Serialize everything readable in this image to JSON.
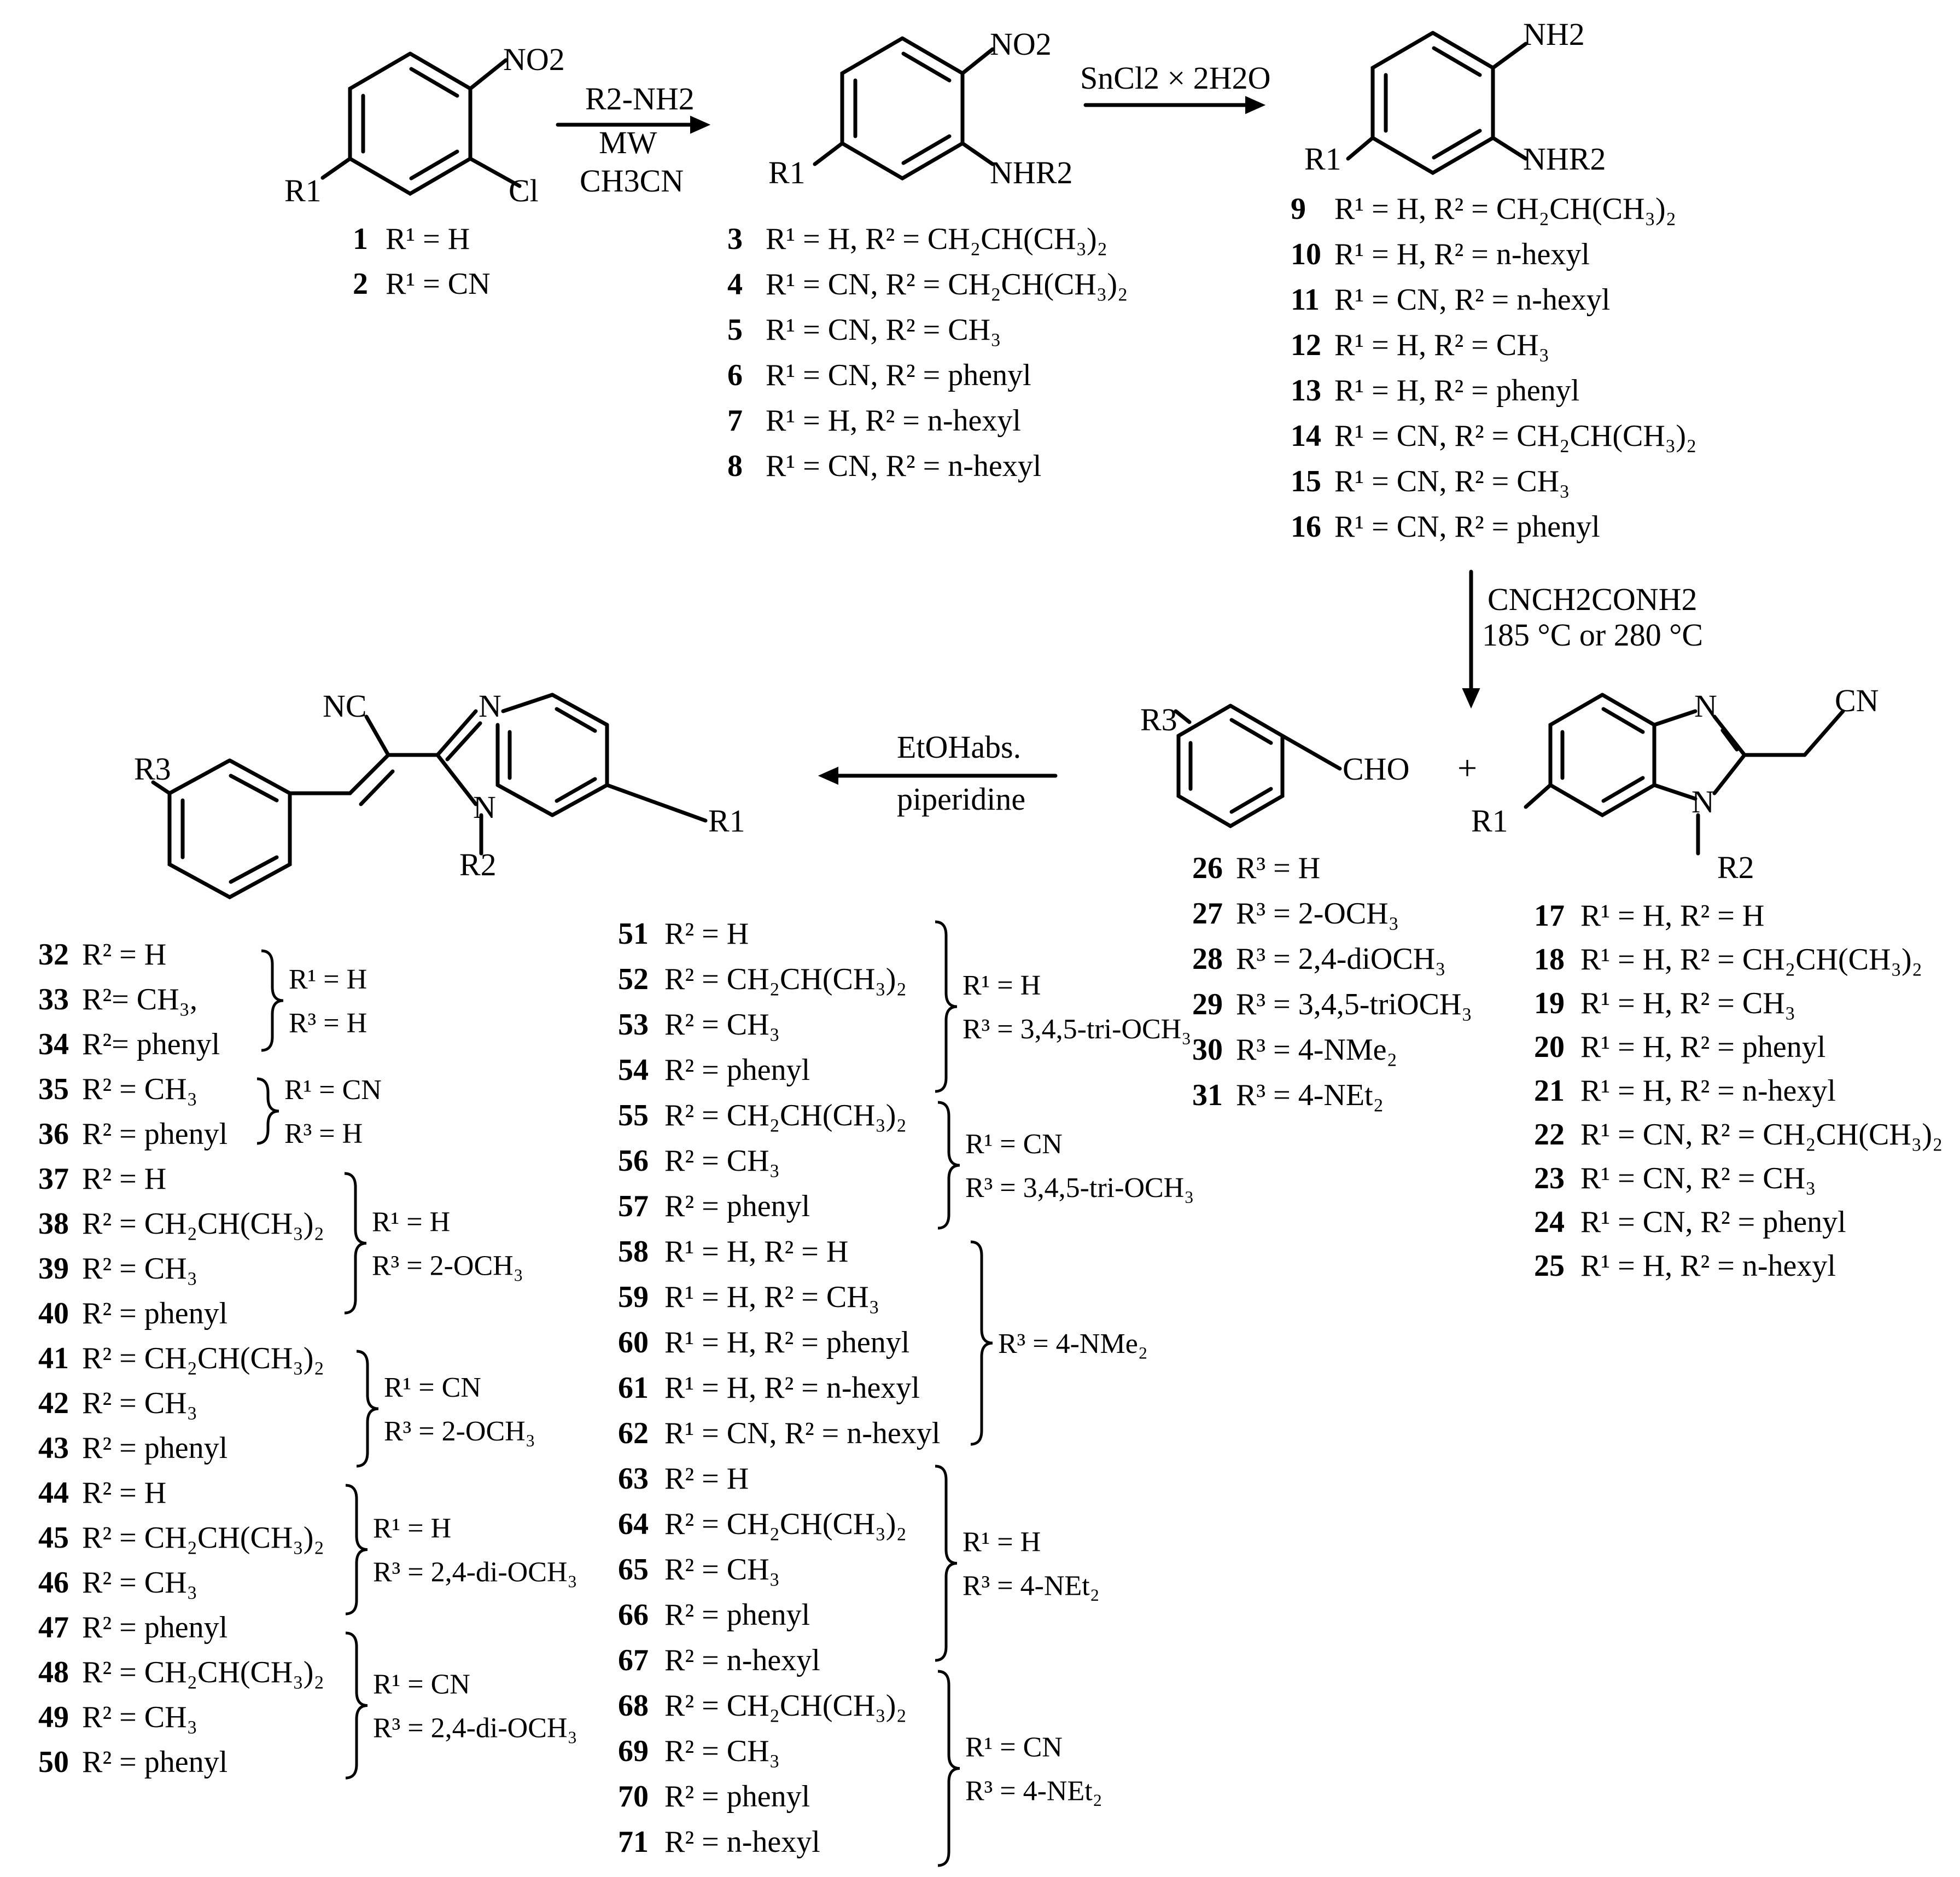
{
  "reagents": {
    "step1": [
      "R2-NH2",
      "MW",
      "CH3CN"
    ],
    "step2": "SnCl2 × 2H2O",
    "step3": [
      "CNCH2CONH2",
      "185 °C or 280 °C"
    ],
    "step4": [
      "EtOHabs.",
      "piperidine"
    ]
  },
  "atoms": {
    "no2": "NO2",
    "cl": "Cl",
    "nhr2": "NHR2",
    "nh2": "NH2",
    "r1": "R1",
    "r2": "R2",
    "r3": "R3",
    "n": "N",
    "cn": "CN",
    "nc": "NC",
    "cho": "CHO",
    "plus": "+"
  },
  "compounds": {
    "group1": [
      {
        "num": "1",
        "text": "R¹ = H"
      },
      {
        "num": "2",
        "text": "R¹ = CN"
      }
    ],
    "group2": [
      {
        "num": "3",
        "text": "R¹ = H, R² = CH₂CH(CH₃)₂"
      },
      {
        "num": "4",
        "text": "R¹ = CN, R² = CH₂CH(CH₃)₂"
      },
      {
        "num": "5",
        "text": "R¹ = CN, R² = CH₃"
      },
      {
        "num": "6",
        "text": "R¹ = CN, R² = phenyl"
      },
      {
        "num": "7",
        "text": "R¹ = H, R² = n-hexyl"
      },
      {
        "num": "8",
        "text": "R¹ = CN, R² = n-hexyl"
      }
    ],
    "group3": [
      {
        "num": "9",
        "text": "R¹ = H, R² = CH₂CH(CH₃)₂"
      },
      {
        "num": "10",
        "text": "R¹ = H, R² = n-hexyl"
      },
      {
        "num": "11",
        "text": "R¹ = CN, R² = n-hexyl"
      },
      {
        "num": "12",
        "text": "R¹ = H, R² = CH₃"
      },
      {
        "num": "13",
        "text": "R¹ = H, R² = phenyl"
      },
      {
        "num": "14",
        "text": "R¹ = CN, R² = CH₂CH(CH₃)₂"
      },
      {
        "num": "15",
        "text": "R¹ = CN, R² = CH₃"
      },
      {
        "num": "16",
        "text": "R¹ = CN, R² = phenyl"
      }
    ],
    "aldehydes": [
      {
        "num": "26",
        "text": "R³ = H"
      },
      {
        "num": "27",
        "text": "R³ = 2-OCH₃"
      },
      {
        "num": "28",
        "text": "R³ = 2,4-diOCH₃"
      },
      {
        "num": "29",
        "text": "R³ = 3,4,5-triOCH₃"
      },
      {
        "num": "30",
        "text": "R³ = 4-NMe₂"
      },
      {
        "num": "31",
        "text": "R³ = 4-NEt₂"
      }
    ],
    "nitriles": [
      {
        "num": "17",
        "text": "R¹ = H, R² = H"
      },
      {
        "num": "18",
        "text": "R¹ = H, R² = CH₂CH(CH₃)₂"
      },
      {
        "num": "19",
        "text": "R¹ = H, R² = CH₃"
      },
      {
        "num": "20",
        "text": "R¹ = H, R² = phenyl"
      },
      {
        "num": "21",
        "text": "R¹ = H, R² = n-hexyl"
      },
      {
        "num": "22",
        "text": "R¹ = CN, R² = CH₂CH(CH₃)₂"
      },
      {
        "num": "23",
        "text": "R¹ = CN, R² = CH₃"
      },
      {
        "num": "24",
        "text": "R¹ = CN, R² = phenyl"
      },
      {
        "num": "25",
        "text": "R¹ = H, R² = n-hexyl"
      }
    ],
    "products_left": [
      {
        "num": "32",
        "text": "R² = H"
      },
      {
        "num": "33",
        "text": "R²= CH₃,"
      },
      {
        "num": "34",
        "text": "R²= phenyl"
      },
      {
        "num": "35",
        "text": "R² = CH₃"
      },
      {
        "num": "36",
        "text": "R² = phenyl"
      },
      {
        "num": "37",
        "text": "R² = H"
      },
      {
        "num": "38",
        "text": "R² = CH₂CH(CH₃)₂"
      },
      {
        "num": "39",
        "text": "R² = CH₃"
      },
      {
        "num": "40",
        "text": "R² = phenyl"
      },
      {
        "num": "41",
        "text": "R² = CH₂CH(CH₃)₂"
      },
      {
        "num": "42",
        "text": "R² = CH₃"
      },
      {
        "num": "43",
        "text": "R² = phenyl"
      },
      {
        "num": "44",
        "text": "R² = H"
      },
      {
        "num": "45",
        "text": "R² = CH₂CH(CH₃)₂"
      },
      {
        "num": "46",
        "text": "R² = CH₃"
      },
      {
        "num": "47",
        "text": "R² = phenyl"
      },
      {
        "num": "48",
        "text": "R² = CH₂CH(CH₃)₂"
      },
      {
        "num": "49",
        "text": "R² = CH₃"
      },
      {
        "num": "50",
        "text": "R² = phenyl"
      }
    ],
    "products_right": [
      {
        "num": "51",
        "text": "R² = H"
      },
      {
        "num": "52",
        "text": "R² = CH₂CH(CH₃)₂"
      },
      {
        "num": "53",
        "text": "R² = CH₃"
      },
      {
        "num": "54",
        "text": "R² = phenyl"
      },
      {
        "num": "55",
        "text": "R² = CH₂CH(CH₃)₂"
      },
      {
        "num": "56",
        "text": "R² = CH₃"
      },
      {
        "num": "57",
        "text": "R² = phenyl"
      },
      {
        "num": "58",
        "text": "R¹ = H, R² = H"
      },
      {
        "num": "59",
        "text": "R¹ = H, R² = CH₃"
      },
      {
        "num": "60",
        "text": "R¹ = H, R² = phenyl"
      },
      {
        "num": "61",
        "text": "R¹ = H, R² = n-hexyl"
      },
      {
        "num": "62",
        "text": "R¹ = CN, R² = n-hexyl"
      },
      {
        "num": "63",
        "text": "R² = H"
      },
      {
        "num": "64",
        "text": "R² = CH₂CH(CH₃)₂"
      },
      {
        "num": "65",
        "text": "R² = CH₃"
      },
      {
        "num": "66",
        "text": "R² = phenyl"
      },
      {
        "num": "67",
        "text": "R² = n-hexyl"
      },
      {
        "num": "68",
        "text": "R² = CH₂CH(CH₃)₂"
      },
      {
        "num": "69",
        "text": "R² = CH₃"
      },
      {
        "num": "70",
        "text": "R² = phenyl"
      },
      {
        "num": "71",
        "text": "R² = n-hexyl"
      }
    ]
  },
  "brace_labels": {
    "b32": [
      "R¹ = H",
      "R³ = H"
    ],
    "b35": [
      "R¹ = CN",
      "R³ = H"
    ],
    "b37": [
      "R¹ = H",
      "R³ = 2-OCH₃"
    ],
    "b41": [
      "R¹ = CN",
      "R³ = 2-OCH₃"
    ],
    "b44": [
      "R¹ = H",
      "R³ = 2,4-di-OCH₃"
    ],
    "b48": [
      "R¹ = CN",
      "R³ = 2,4-di-OCH₃"
    ],
    "b51": [
      "R¹ = H",
      "R³ = 3,4,5-tri-OCH₃"
    ],
    "b55": [
      "R¹ = CN",
      "R³ = 3,4,5-tri-OCH₃"
    ],
    "b58": [
      "R³ = 4-NMe₂"
    ],
    "b63": [
      "R¹ = H",
      "R³ = 4-NEt₂"
    ],
    "b68": [
      "R¹ = CN",
      "R³ = 4-NEt₂"
    ]
  }
}
